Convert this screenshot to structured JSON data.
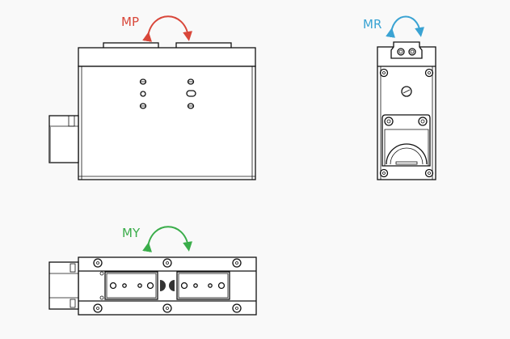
{
  "labels": {
    "mp": "MP",
    "mr": "MR",
    "my": "MY"
  },
  "colors": {
    "mp": "#d9473a",
    "mr": "#3aa3d3",
    "my": "#3aad4a"
  }
}
